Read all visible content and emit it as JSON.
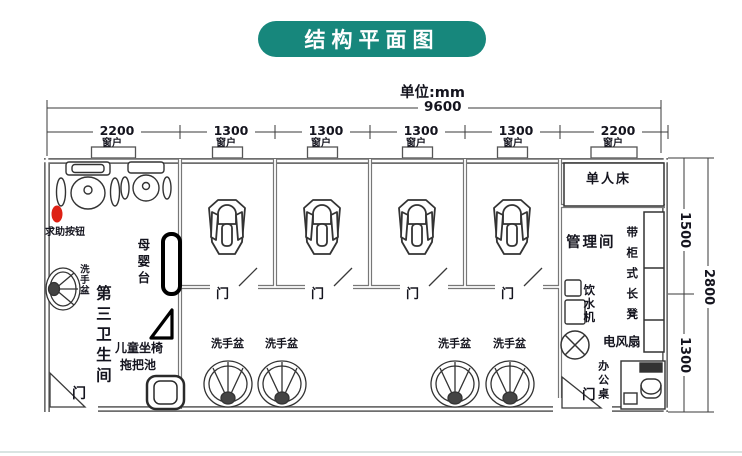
{
  "title": "结构平面图",
  "unit_label": "单位:mm",
  "dims": {
    "total": "9600",
    "segments": [
      "2200",
      "1300",
      "1300",
      "1300",
      "1300",
      "2200"
    ],
    "right_upper": "1500",
    "right_lower": "1300",
    "right_total": "2800"
  },
  "labels": {
    "window": "窗户",
    "door": "门",
    "sink": "洗手盆",
    "help_button": "求助按钮",
    "third_restroom": "第三卫生间",
    "baby_table": "母婴台",
    "child_seat": "儿童坐椅",
    "mop_pool": "拖把池",
    "single_bed": "单人床",
    "management_room": "管理间",
    "cabinet_bench": "带柜式长凳",
    "water_dispenser": "饮水机",
    "electric_fan": "电风扇",
    "office_desk": "办公桌"
  },
  "colors": {
    "accent": "#17877c",
    "wall_gray": "#6e6e6e",
    "fixture_line": "#333333",
    "alarm_red": "#de2014"
  }
}
